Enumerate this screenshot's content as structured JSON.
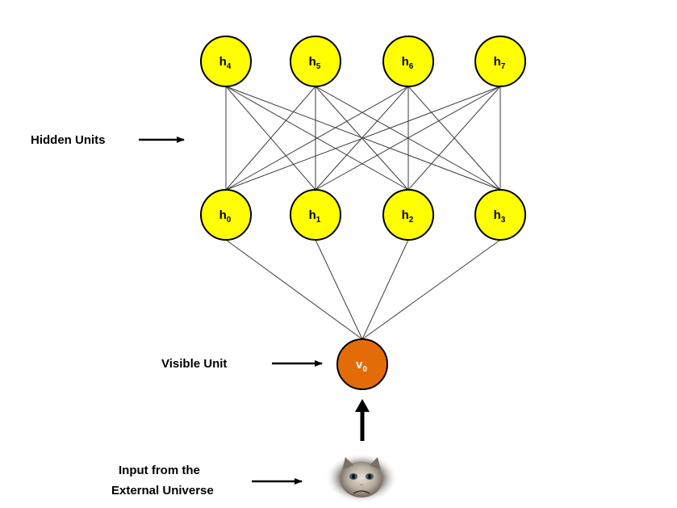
{
  "labels": {
    "hidden_units": "Hidden Units",
    "visible_unit": "Visible Unit",
    "input_line1": "Input from the",
    "input_line2": "External Universe"
  },
  "nodes": {
    "top": [
      {
        "base": "h",
        "sub": "4"
      },
      {
        "base": "h",
        "sub": "5"
      },
      {
        "base": "h",
        "sub": "6"
      },
      {
        "base": "h",
        "sub": "7"
      }
    ],
    "mid": [
      {
        "base": "h",
        "sub": "0"
      },
      {
        "base": "h",
        "sub": "1"
      },
      {
        "base": "h",
        "sub": "2"
      },
      {
        "base": "h",
        "sub": "3"
      }
    ],
    "visible": {
      "base": "v",
      "sub": "0"
    }
  },
  "colors": {
    "hidden_fill": "#ffff00",
    "visible_fill": "#e36c09",
    "visible_text": "#ffffff",
    "stroke": "#000000"
  },
  "input_image": "grumpy-cat-photo"
}
